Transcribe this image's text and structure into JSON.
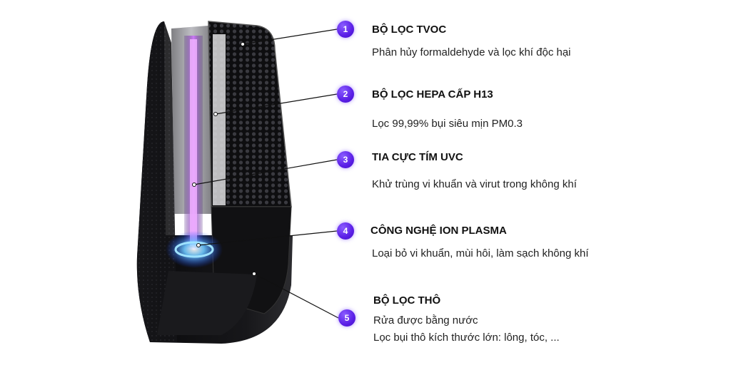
{
  "features": [
    {
      "number": "1",
      "title": "BỘ LỌC TVOC",
      "description": "Phân hủy formaldehyde và lọc khí độc hại"
    },
    {
      "number": "2",
      "title": "BỘ LỌC HEPA CẤP H13",
      "description": "Lọc 99,99% bụi siêu mịn PM0.3"
    },
    {
      "number": "3",
      "title": "TIA CỰC TÍM UVC",
      "description": "Khử trùng vi khuẩn và virut trong không khí"
    },
    {
      "number": "4",
      "title": "CÔNG NGHỆ ION PLASMA",
      "description": "Loại bỏ vi khuẩn, mùi hôi, làm sạch không khí"
    },
    {
      "number": "5",
      "title": "BỘ LỌC THÔ",
      "description": "Rửa được bằng nước",
      "description_2": "Lọc bụi thô kích thước lớn: lông, tóc, ..."
    }
  ],
  "colors": {
    "badge": "#5a1ee6",
    "uv_light": "#b040ff",
    "device_body": "#1c1c1f"
  }
}
